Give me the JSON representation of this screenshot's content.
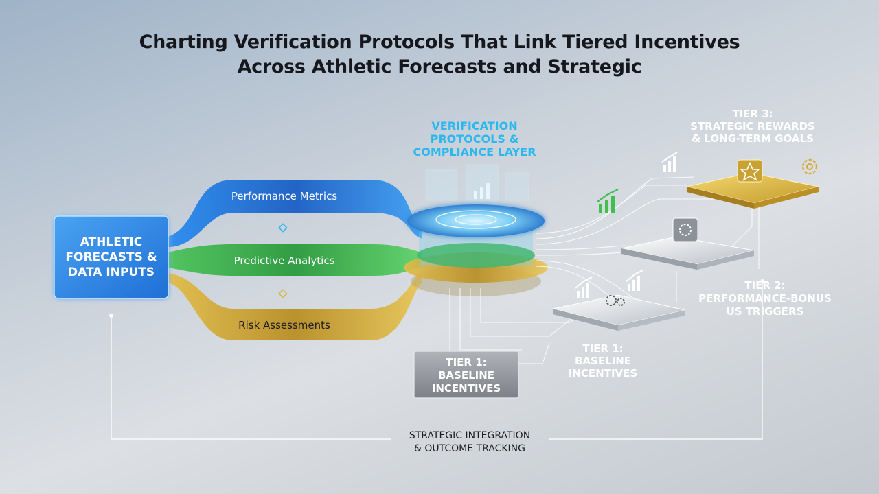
{
  "title": {
    "line1": "Charting Verification Protocols That Link Tiered Incentives",
    "line2": "Across Athletic Forecasts and Strategic"
  },
  "input_box": {
    "line1": "ATHLETIC",
    "line2": "FORECASTS &",
    "line3": "DATA INPUTS"
  },
  "streams": {
    "performance": "Performance Metrics",
    "predictive": "Predictive Analytics",
    "risk": "Risk Assessments"
  },
  "verification": {
    "line1": "VERIFICATION",
    "line2": "PROTOCOLS &",
    "line3": "COMPLIANCE LAYER"
  },
  "tier3": {
    "line1": "TIER 3:",
    "line2": "STRATEGIC REWARDS",
    "line3": "& LONG-TERM GOALS"
  },
  "tier2": {
    "line1": "TIER 2:",
    "line2": "PERFORMANCE-BONUS",
    "line3": "US TRIGGERS"
  },
  "tier1_right": {
    "line1": "TIER 1:",
    "line2": "BASELINE",
    "line3": "INCENTIVES"
  },
  "tier1_box": {
    "line1": "TIER 1:",
    "line2": "BASELINE",
    "line3": "INCENTIVES"
  },
  "footer": {
    "line1": "STRATEGIC INTEGRATION",
    "line2": "& OUTCOME TRACKING"
  },
  "colors": {
    "blue": "#1f6fd6",
    "green": "#2fa84a",
    "gold": "#c9a233",
    "cyan_text": "#2bb7f0",
    "dark_text": "#1b1d22"
  },
  "icons": [
    "bar-chart-icon",
    "star-icon",
    "gear-icon",
    "diamond-icon"
  ]
}
